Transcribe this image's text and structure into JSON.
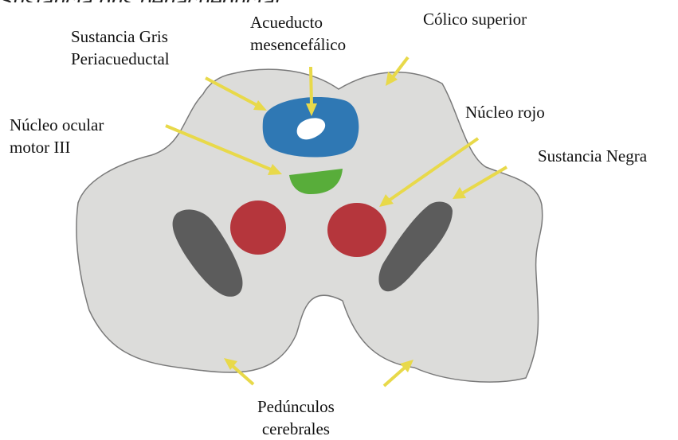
{
  "header": {
    "cut_title": "Sustancia gris periacueductal"
  },
  "labels": {
    "sustancia_gris": [
      "Sustancia Gris",
      "Periacueductal"
    ],
    "acueducto": [
      "Acueducto",
      "mesencefálico"
    ],
    "colico_superior": "Cólico superior",
    "nucleo_ocular": [
      "Núcleo ocular",
      "motor III"
    ],
    "nucleo_rojo": "Núcleo rojo",
    "sustancia_negra": "Sustancia Negra",
    "pedunculos": [
      "Pedúnculos",
      "cerebrales"
    ]
  },
  "colors": {
    "section": "#dcdcda",
    "outline": "#7a7a7a",
    "periaqueductal": "#2f78b4",
    "aqueduct": "#ffffff",
    "oculomotor": "#58ad3a",
    "red_nucleus": "#b5363c",
    "substantia_nigra": "#5c5c5c",
    "arrow": "#e8d94a"
  }
}
